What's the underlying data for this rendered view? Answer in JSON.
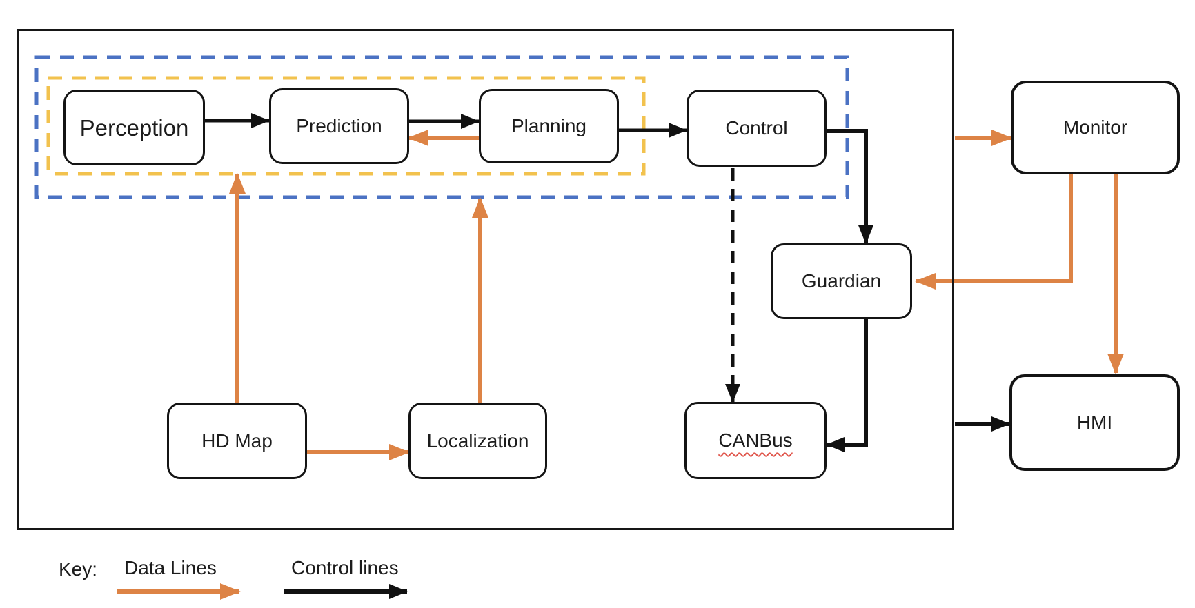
{
  "diagram": {
    "nodes": {
      "perception": "Perception",
      "prediction": "Prediction",
      "planning": "Planning",
      "control": "Control",
      "guardian": "Guardian",
      "canbus": "CANBus",
      "hd_map": "HD Map",
      "localization": "Localization",
      "monitor": "Monitor",
      "hmi": "HMI"
    },
    "key": {
      "title": "Key:",
      "data_lines_label": "Data Lines",
      "control_lines_label": "Control lines"
    },
    "colors": {
      "data_line_orange": "#DD8345",
      "control_line_black": "#111111",
      "inner_group_dashed_yellow": "#F2C24E",
      "outer_group_dashed_blue": "#4B72C3",
      "spellcheck_underline_red": "#E0564C"
    }
  }
}
